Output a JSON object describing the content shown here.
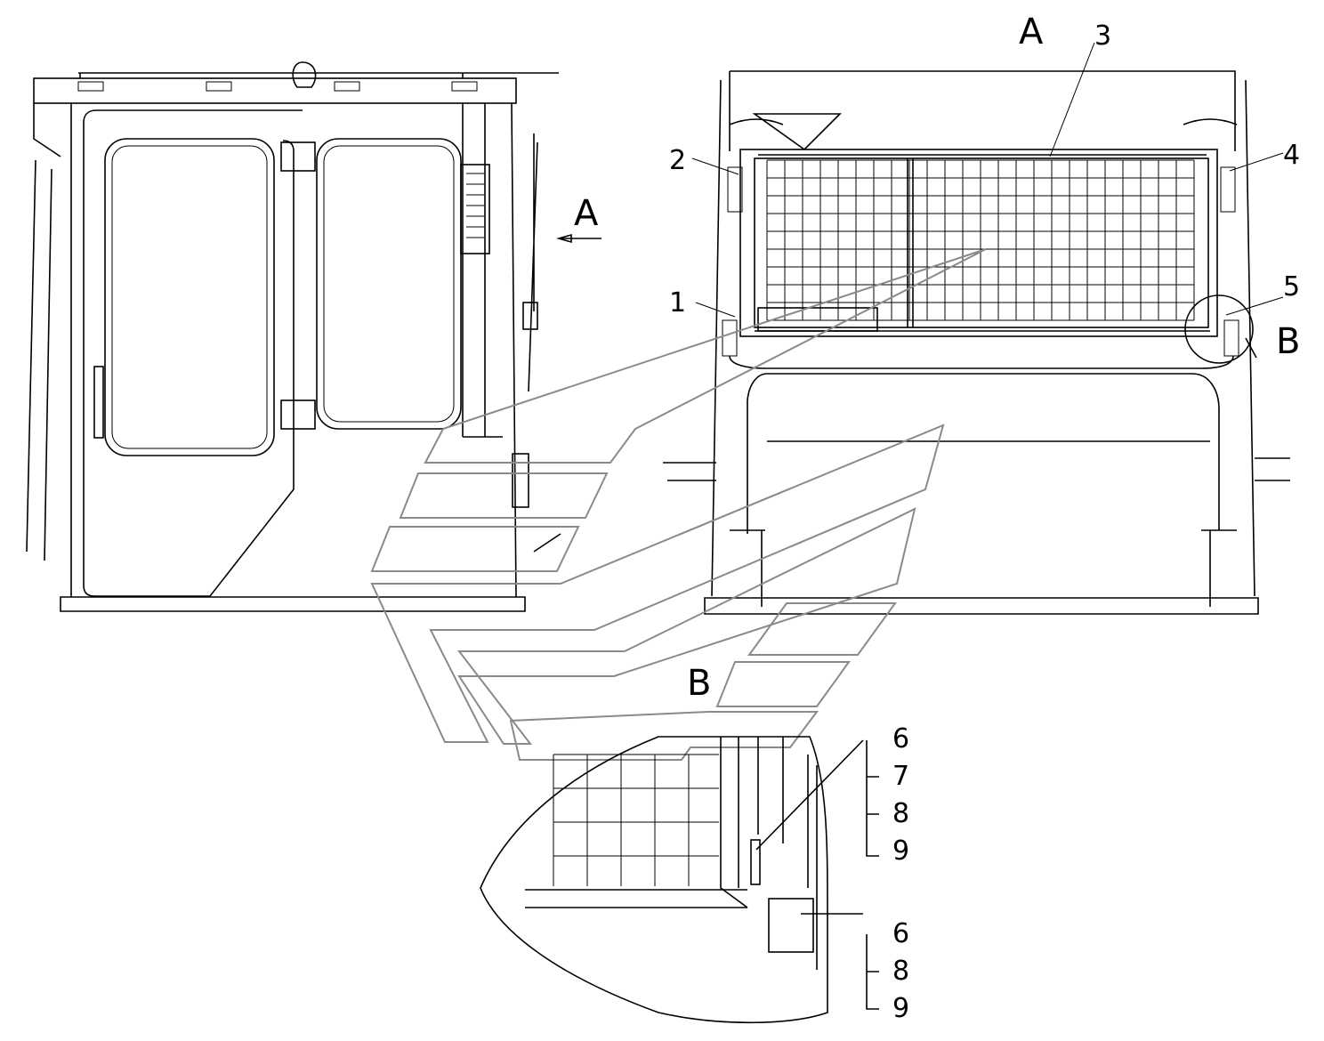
{
  "view_labels": {
    "view_a_main": "A",
    "view_a_arrow": "A",
    "detail_b_circle": "B",
    "detail_b_title": "B"
  },
  "callouts": {
    "item1": "1",
    "item2": "2",
    "item3": "3",
    "item4": "4",
    "item5": "5",
    "upper_group": [
      "6",
      "7",
      "8",
      "9"
    ],
    "lower_group": [
      "6",
      "8",
      "9"
    ]
  }
}
